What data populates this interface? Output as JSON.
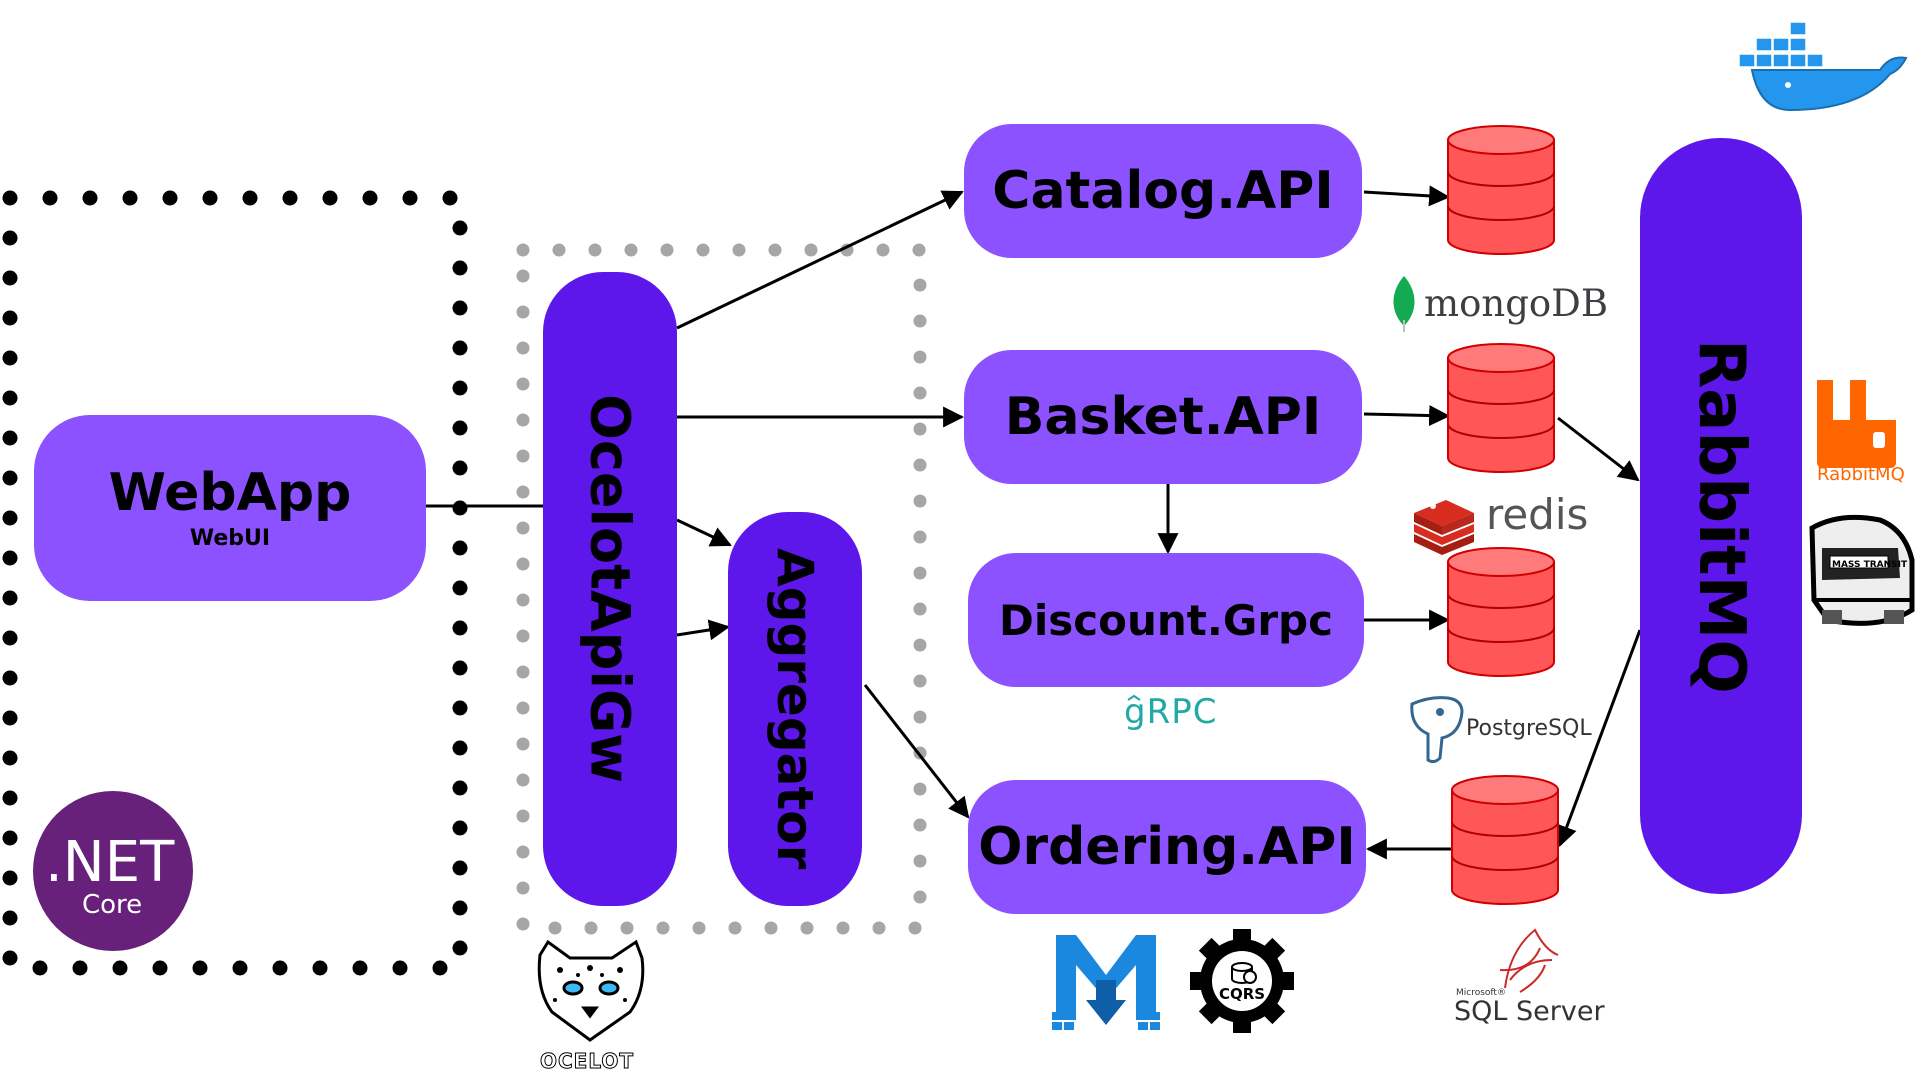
{
  "webapp": {
    "title": "WebApp",
    "subtitle": "WebUI"
  },
  "gateway": {
    "label": "OcelotApiGw"
  },
  "aggregator": {
    "label": "Aggregator"
  },
  "services": {
    "catalog": "Catalog.API",
    "basket": "Basket.API",
    "discount": "Discount.Grpc",
    "ordering": "Ordering.API"
  },
  "broker": {
    "label": "RabbitMQ"
  },
  "logos": {
    "mongodb": "mongoDB",
    "redis": "redis",
    "postgres": "PostgreSQL",
    "grpc": "gRPC",
    "sqlserver_small": "Microsoft®",
    "sqlserver": "SQL Server",
    "dotnet": ".NET",
    "dotnet_sub": "Core",
    "rabbitmq": "RabbitMQ",
    "masstransit": "MASS TRANSIT",
    "ocelot": "OCELOT",
    "cqrs": "CQRS"
  },
  "colors": {
    "pill_light": "#8c52ff",
    "pill_dark": "#5e17eb",
    "database": "#ff5757",
    "dotted_black": "#000000",
    "dotted_gray": "#a6a6a6",
    "dotnet_purple": "#68217a",
    "mongodb_green": "#13aa52",
    "redis_red": "#d82c20",
    "rabbitmq_orange": "#ff6600",
    "docker_blue": "#2496ed"
  }
}
